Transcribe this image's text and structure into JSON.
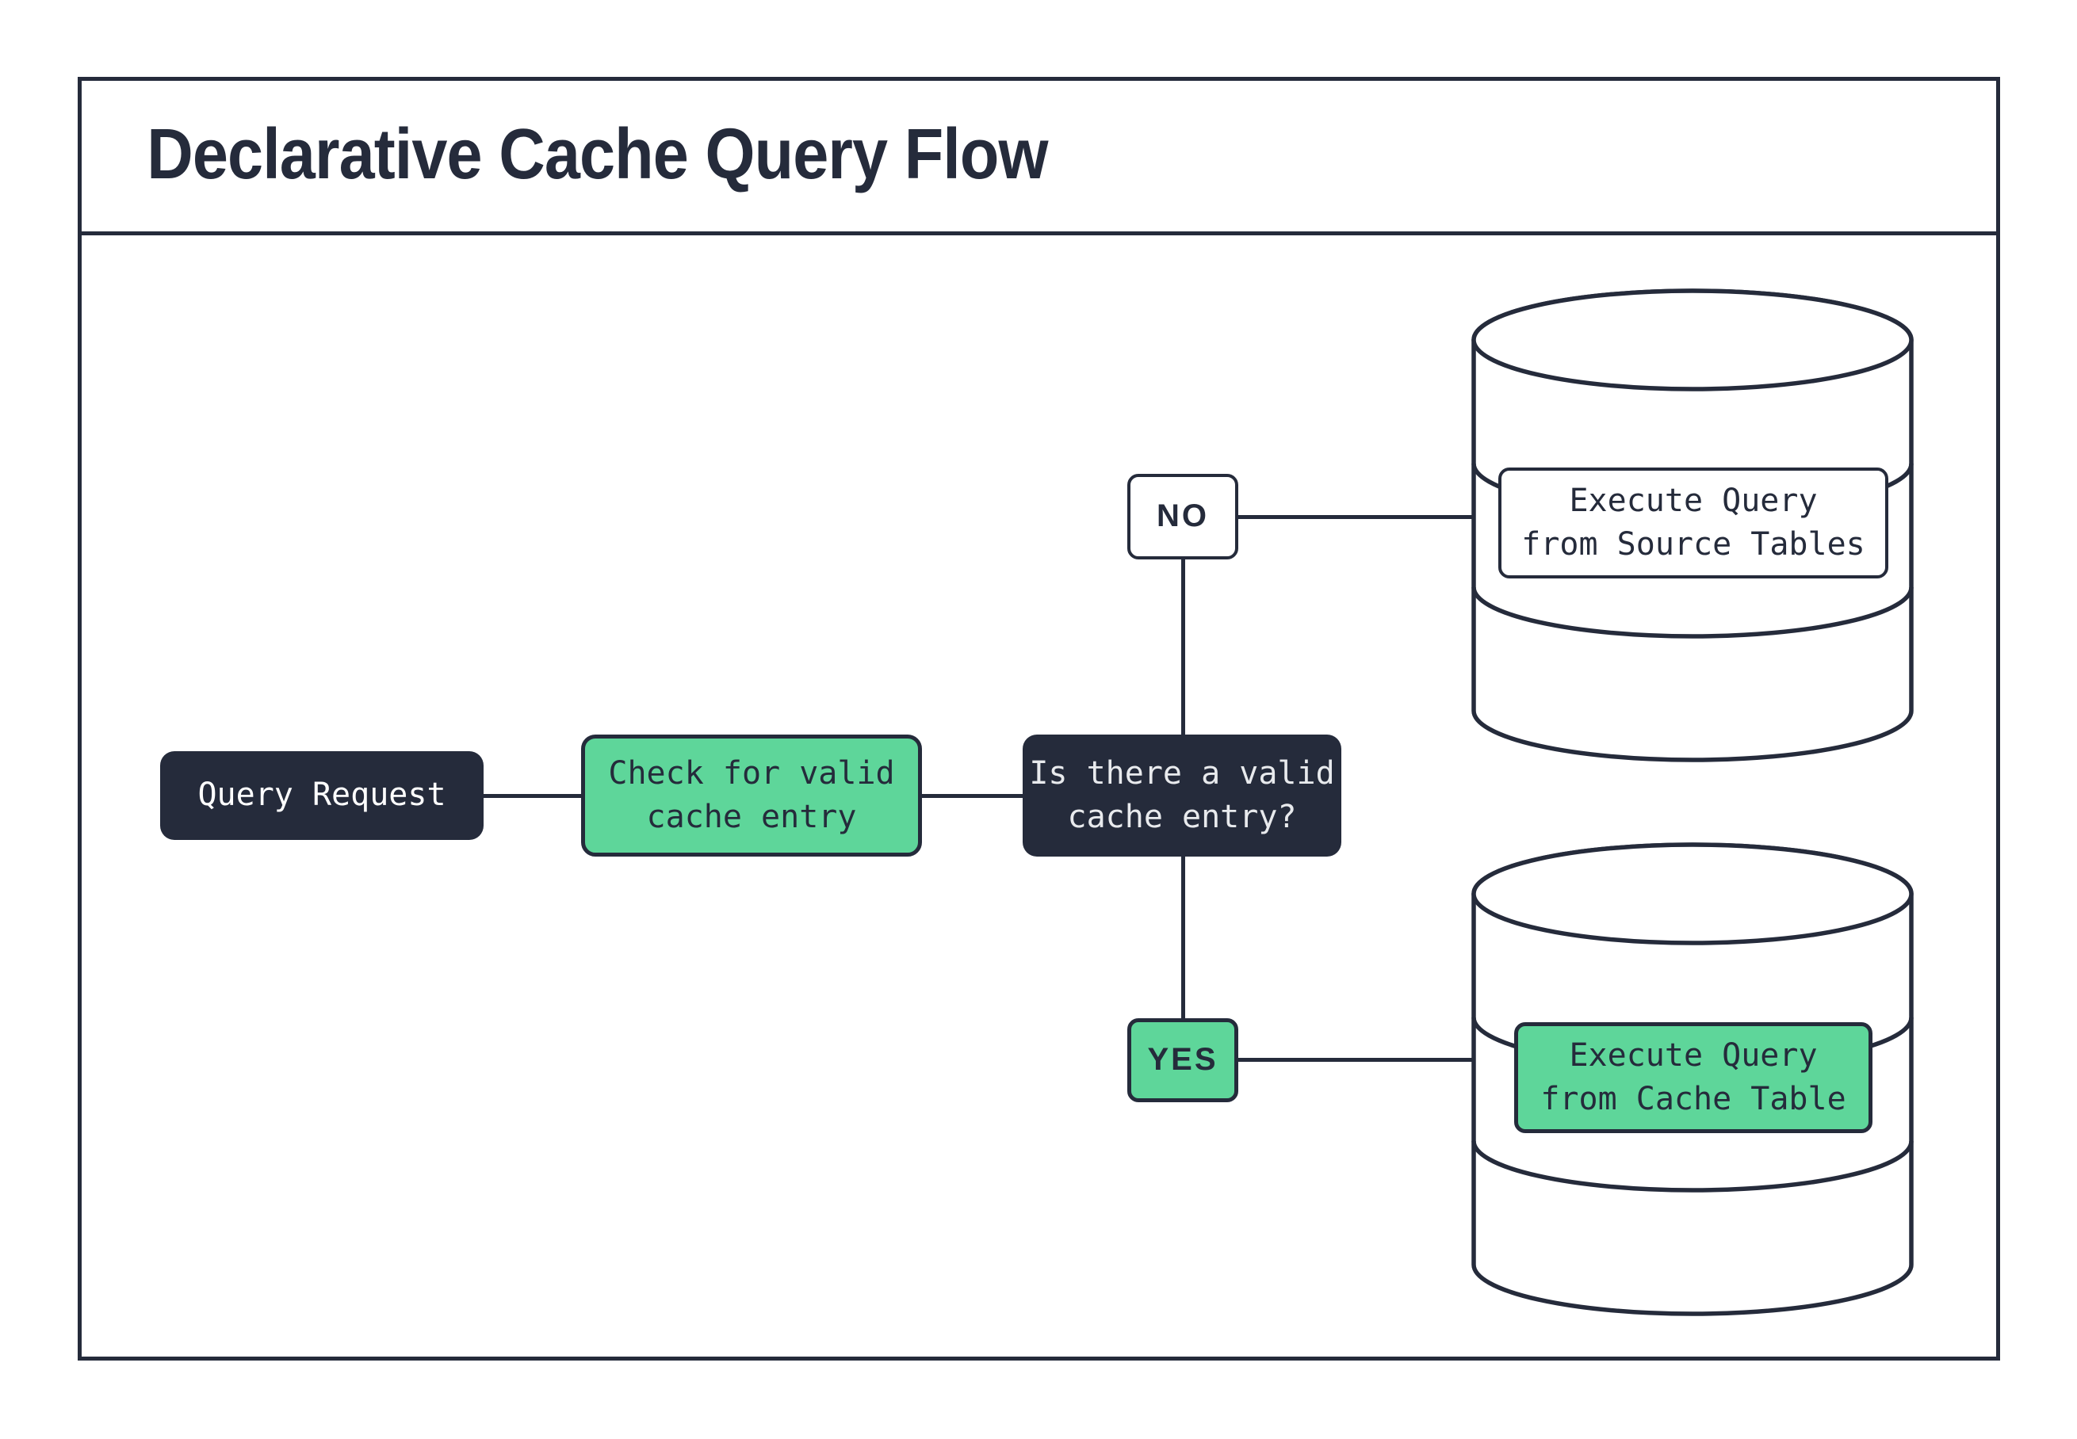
{
  "title": "Declarative Cache Query Flow",
  "palette": {
    "ink": "#252b3b",
    "green": "#5ed69a",
    "paper": "#ffffff",
    "muted_text": "#e8eaed"
  },
  "flow": {
    "query_request": "Query Request",
    "check_cache": "Check for valid\ncache entry",
    "decision": "Is there a valid\ncache entry?",
    "branch_no": "NO",
    "branch_yes": "YES",
    "source_db": "Execute Query\nfrom Source Tables",
    "cache_db": "Execute Query\nfrom Cache Table"
  }
}
